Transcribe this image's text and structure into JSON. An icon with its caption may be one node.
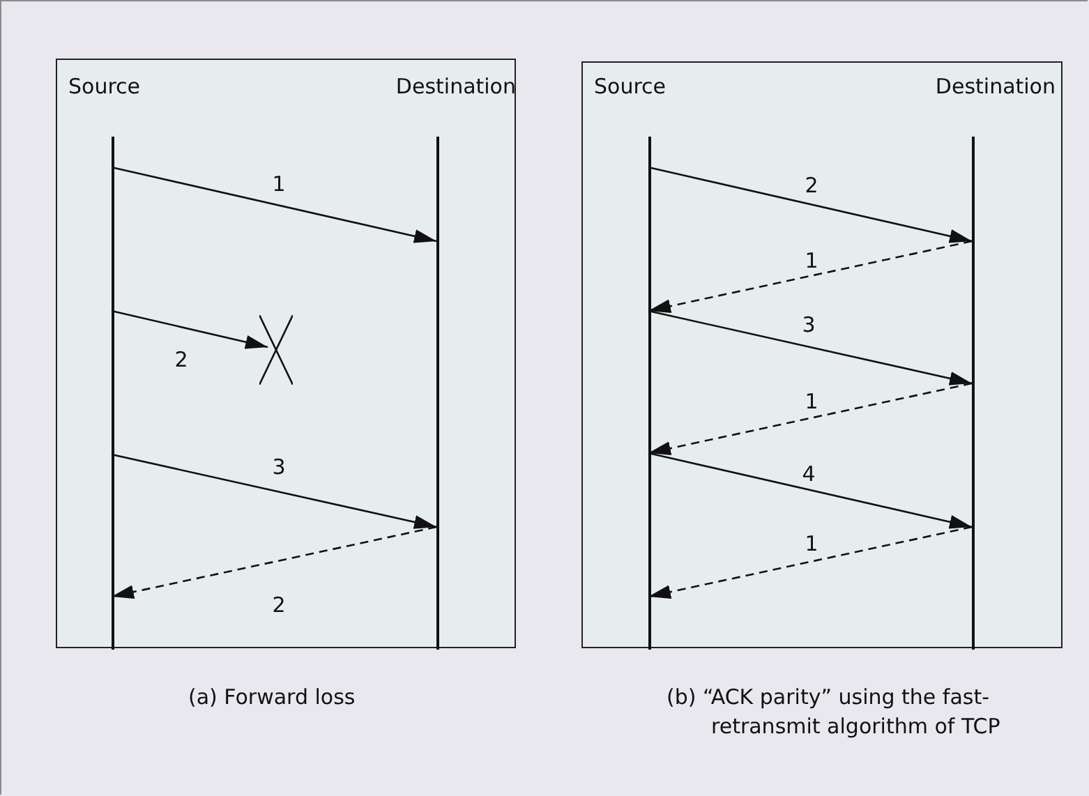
{
  "diagram": {
    "nodes": [
      {
        "text": [],
        "shape": "box"
      },
      {
        "text": [
          "Source"
        ],
        "in": 0
      },
      {
        "text": [
          "Destination"
        ],
        "in": 0
      },
      {
        "text": [],
        "shape": "cross",
        "in": 0
      },
      {
        "text": [],
        "shape": "box"
      },
      {
        "text": [
          "Source"
        ],
        "in": 4
      },
      {
        "text": [
          "Destination"
        ],
        "in": 4
      }
    ],
    "edges": [
      {
        "from": 1,
        "to": 2,
        "arrow": "to",
        "label": "1"
      },
      {
        "from": 1,
        "to": 3,
        "arrow": "to",
        "label": "2"
      },
      {
        "from": 1,
        "to": 2,
        "arrow": "to",
        "label": "3"
      },
      {
        "from": 2,
        "to": 1,
        "arrow": "to",
        "label": "2",
        "style": "dashed"
      },
      {
        "from": 5,
        "to": 6,
        "arrow": "to",
        "label": "2"
      },
      {
        "from": 6,
        "to": 5,
        "arrow": "to",
        "label": "1",
        "style": "dashed"
      },
      {
        "from": 5,
        "to": 6,
        "arrow": "to",
        "label": "3"
      },
      {
        "from": 6,
        "to": 5,
        "arrow": "to",
        "label": "1",
        "style": "dashed"
      },
      {
        "from": 5,
        "to": 6,
        "arrow": "to",
        "label": "4"
      },
      {
        "from": 6,
        "to": 5,
        "arrow": "to",
        "label": "1",
        "style": "dashed"
      }
    ],
    "labels": [
      "(a) Forward loss",
      "(b) “ACK parity” using the fast-retransmit algorithm of TCP"
    ]
  }
}
